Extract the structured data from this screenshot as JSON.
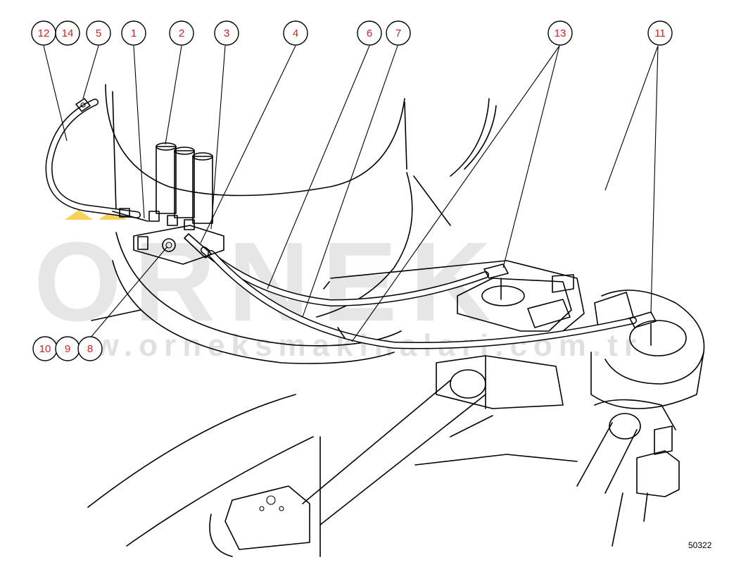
{
  "watermark": {
    "brand": "ORNEK",
    "url": "www.orneksmakinalari.com.tr",
    "accent": "#f2c832",
    "color": "#d3d3d3"
  },
  "drawing_code": "50322",
  "callouts": {
    "c12": "12",
    "c14": "14",
    "c5": "5",
    "c1": "1",
    "c2": "2",
    "c3": "3",
    "c4": "4",
    "c6": "6",
    "c7": "7",
    "c13": "13",
    "c11": "11",
    "c10": "10",
    "c9": "9",
    "c8": "8"
  },
  "colors": {
    "callout_text": "#d21f1f",
    "line": "#000000",
    "background": "#ffffff"
  }
}
